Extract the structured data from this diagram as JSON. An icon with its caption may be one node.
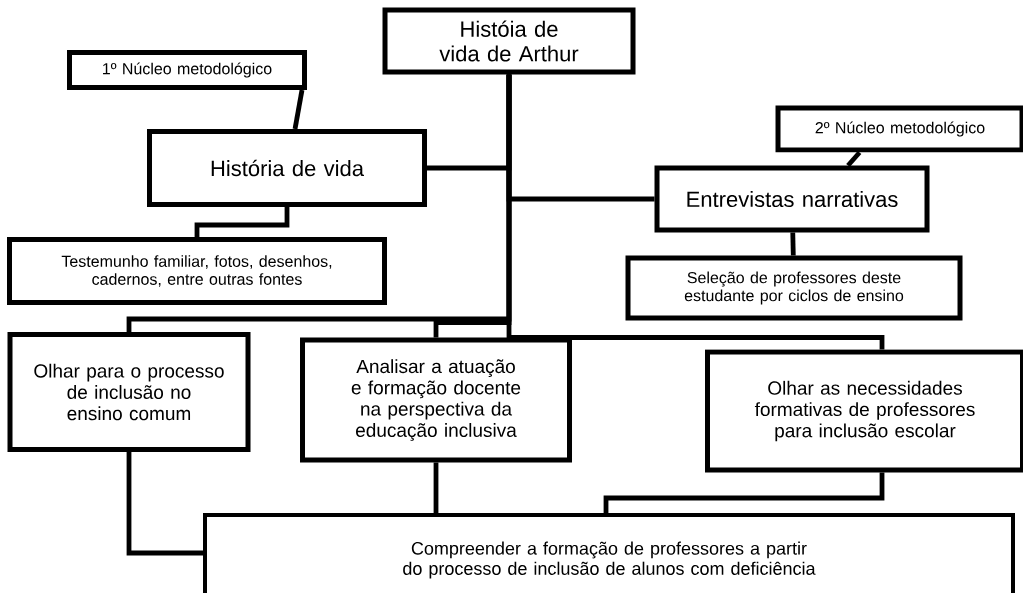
{
  "diagram": {
    "nodes": [
      {
        "text": [
          "Históia de vida de Arthur"
        ]
      },
      {
        "text": [
          "1º Núcleo metodológico"
        ]
      },
      {
        "text": [
          "História de vida"
        ]
      },
      {
        "text": [
          "Testemunho familiar, fotos, desenhos, cadernos, entre outras fontes"
        ]
      },
      {
        "text": [
          "2º Núcleo metodológico"
        ]
      },
      {
        "text": [
          "Entrevistas narrativas"
        ]
      },
      {
        "text": [
          "Seleção de professores deste estudante por ciclos de ensino"
        ]
      },
      {
        "text": [
          "Olhar para o processo de inclusão no ensino comum"
        ]
      },
      {
        "text": [
          "Analisar a atuação e formação docente na perspectiva da educação inclusiva"
        ]
      },
      {
        "text": [
          "Olhar as necessidades formativas de professores para inclusão escolar"
        ]
      },
      {
        "text": [
          "Compreender a formação de  professores a partir do processo de inclusão de  alunos  com deficiência"
        ]
      }
    ],
    "edges": [
      {
        "from": 0,
        "to": 2,
        "arrow": "none"
      },
      {
        "from": 1,
        "to": 2,
        "arrow": "none"
      },
      {
        "from": 2,
        "to": 3,
        "arrow": "none"
      },
      {
        "from": 0,
        "to": 5,
        "arrow": "none"
      },
      {
        "from": 4,
        "to": 5,
        "arrow": "none"
      },
      {
        "from": 5,
        "to": 6,
        "arrow": "none"
      },
      {
        "from": 0,
        "to": 7,
        "arrow": "none"
      },
      {
        "from": 0,
        "to": 8,
        "arrow": "none"
      },
      {
        "from": 0,
        "to": 9,
        "arrow": "none"
      },
      {
        "from": 7,
        "to": 10,
        "arrow": "none"
      },
      {
        "from": 8,
        "to": 10,
        "arrow": "none"
      },
      {
        "from": 9,
        "to": 10,
        "arrow": "none"
      }
    ]
  }
}
